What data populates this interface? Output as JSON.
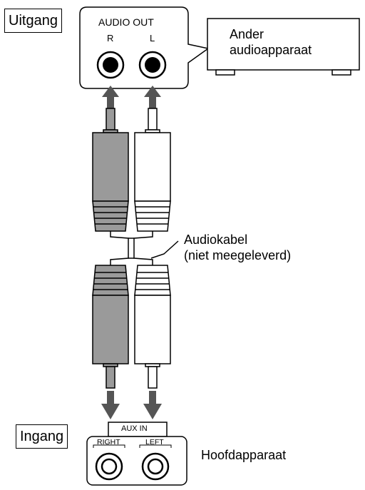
{
  "labels": {
    "output": "Uitgang",
    "input": "Ingang",
    "audio_out": "AUDIO OUT",
    "r": "R",
    "l": "L",
    "other_device_line1": "Ander",
    "other_device_line2": "audioapparaat",
    "cable_line1": "Audiokabel",
    "cable_line2": "(niet meegeleverd)",
    "aux_in": "AUX IN",
    "right": "RIGHT",
    "left": "LEFT",
    "main_unit": "Hoofdapparaat"
  },
  "colors": {
    "red_plug": "#9a9a9a",
    "white_plug": "#ffffff",
    "arrow": "#555555",
    "stroke": "#000000"
  }
}
